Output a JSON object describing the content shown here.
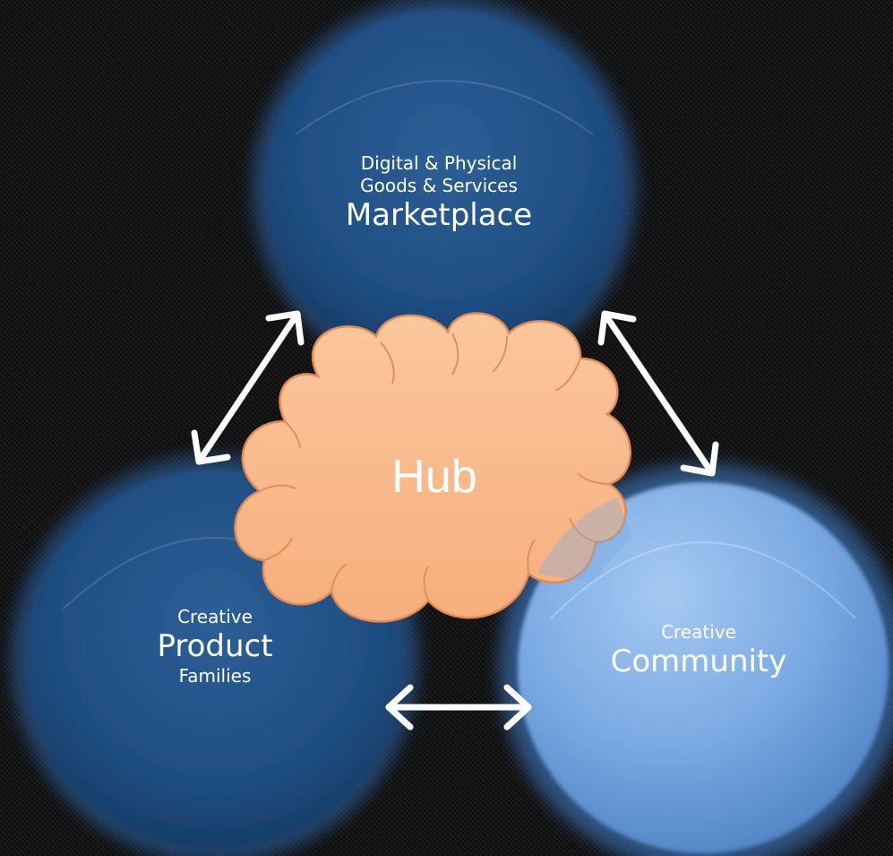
{
  "marketplace": {
    "line1": "Digital & Physical",
    "line2": "Goods & Services",
    "title": "Marketplace"
  },
  "product": {
    "line1": "Creative",
    "title": "Product",
    "line2": "Families"
  },
  "community": {
    "line1": "Creative",
    "title": "Community"
  },
  "hub": {
    "label": "Hub"
  },
  "colors": {
    "circle_dark": "#1f4e82",
    "circle_light": "#79a9e3",
    "cloud_fill": "#f8bb8c",
    "cloud_stroke": "#e08a57",
    "arrow": "#ffffff"
  }
}
